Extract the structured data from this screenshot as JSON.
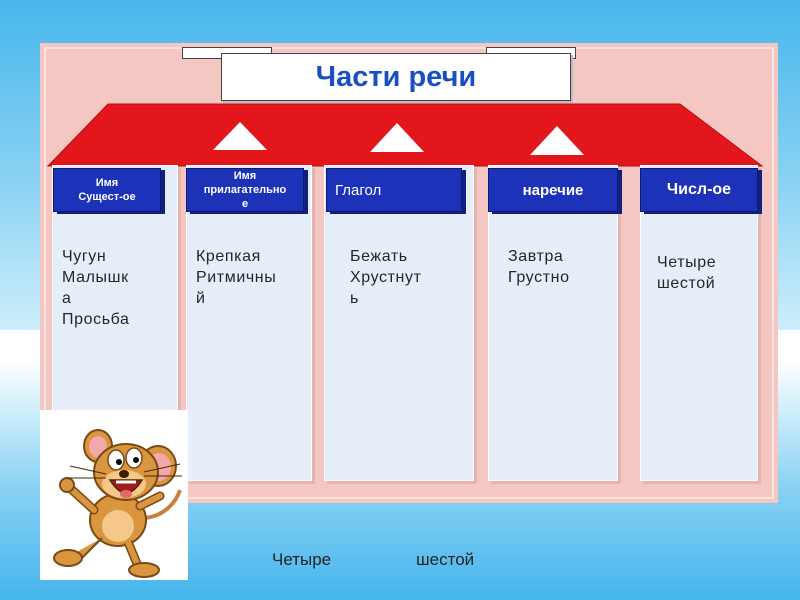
{
  "slide": {
    "title": "Части речи",
    "columns": [
      {
        "header": "Имя\nСущест-ое",
        "words": "Чугун\nМалышк\nа\nПросьба"
      },
      {
        "header": "Имя\nприлагательно\nе",
        "words": "Крепкая\nРитмичны\nй"
      },
      {
        "header": "Глагол",
        "words": "Бежать\nХрустнут\nь"
      },
      {
        "header": "наречие",
        "words": "Завтра\nГрустно"
      },
      {
        "header": "Числ-ое",
        "words": "Четыре\nшестой"
      }
    ],
    "footer": {
      "word1": "Четыре",
      "word2": "шестой"
    }
  },
  "colors": {
    "header_blue": "#1c33b9",
    "title_blue": "#1a4fc4",
    "roof_red": "#e3161b",
    "board_pink": "#f4c7c2"
  },
  "icons": [
    "mouse-cartoon-icon"
  ]
}
